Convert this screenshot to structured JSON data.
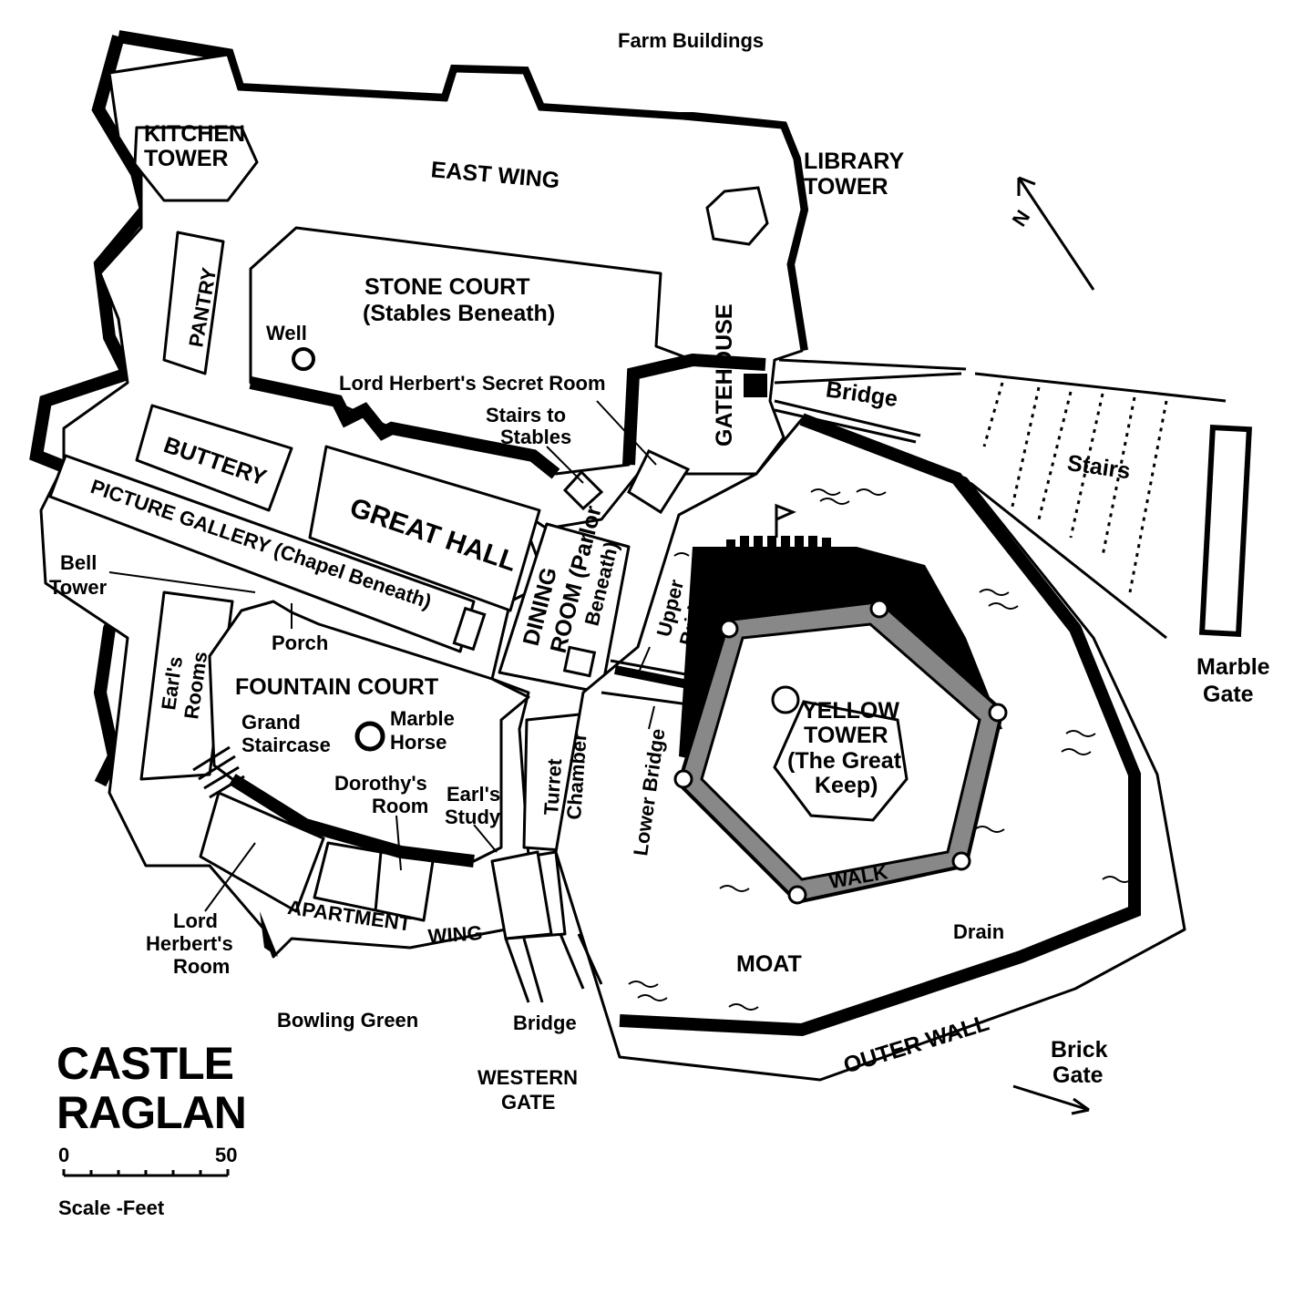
{
  "title_line1": "CASTLE",
  "title_line2": "RAGLAN",
  "scale": {
    "start": "0",
    "end": "50",
    "caption": "Scale -Feet"
  },
  "north_symbol": "N",
  "labels": {
    "farm_buildings": "Farm Buildings",
    "kitchen_tower_1": "KITCHEN",
    "kitchen_tower_2": "TOWER",
    "east_wing": "EAST WING",
    "library_tower_1": "LIBRARY",
    "library_tower_2": "TOWER",
    "pantry": "PANTRY",
    "stone_court_1": "STONE COURT",
    "stone_court_2": "(Stables Beneath)",
    "well": "Well",
    "gatehouse": "GATEHOUSE",
    "secret_room": "Lord Herbert's Secret Room",
    "bridge_east": "Bridge",
    "stairs_to_stables_1": "Stairs to",
    "stairs_to_stables_2": "Stables",
    "stairs": "Stairs",
    "buttery": "BUTTERY",
    "great_hall": "GREAT HALL",
    "picture_gallery": "PICTURE GALLERY (Chapel Beneath)",
    "bell_tower_1": "Bell",
    "bell_tower_2": "Tower",
    "dining_room_1": "DINING",
    "dining_room_2": "ROOM (Parlor",
    "dining_room_3": "Beneath)",
    "upper_bridge_1": "Upper",
    "upper_bridge_2": "Bridge",
    "porch": "Porch",
    "earls_rooms_1": "Earl's",
    "earls_rooms_2": "Rooms",
    "fountain_court": "FOUNTAIN COURT",
    "marble_gate_1": "Marble",
    "marble_gate_2": "Gate",
    "grand_staircase_1": "Grand",
    "grand_staircase_2": "Staircase",
    "marble_horse_1": "Marble",
    "marble_horse_2": "Horse",
    "yellow_tower_1": "YELLOW",
    "yellow_tower_2": "TOWER",
    "yellow_tower_3": "(The Great",
    "yellow_tower_4": "Keep)",
    "lower_bridge": "Lower Bridge",
    "turret_chamber_1": "Turret",
    "turret_chamber_2": "Chamber",
    "dorothys_room_1": "Dorothy's",
    "dorothys_room_2": "Room",
    "earls_study_1": "Earl's",
    "earls_study_2": "Study",
    "walk": "WALK",
    "drain": "Drain",
    "moat": "MOAT",
    "lord_herberts_room_1": "Lord",
    "lord_herberts_room_2": "Herbert's",
    "lord_herberts_room_3": "Room",
    "apartment_wing_1": "APARTMENT",
    "apartment_wing_2": "WING",
    "bowling_green": "Bowling Green",
    "bridge_west": "Bridge",
    "outer_wall": "OUTER WALL",
    "brick_gate_1": "Brick",
    "brick_gate_2": "Gate",
    "western_gate_1": "WESTERN",
    "western_gate_2": "GATE"
  }
}
